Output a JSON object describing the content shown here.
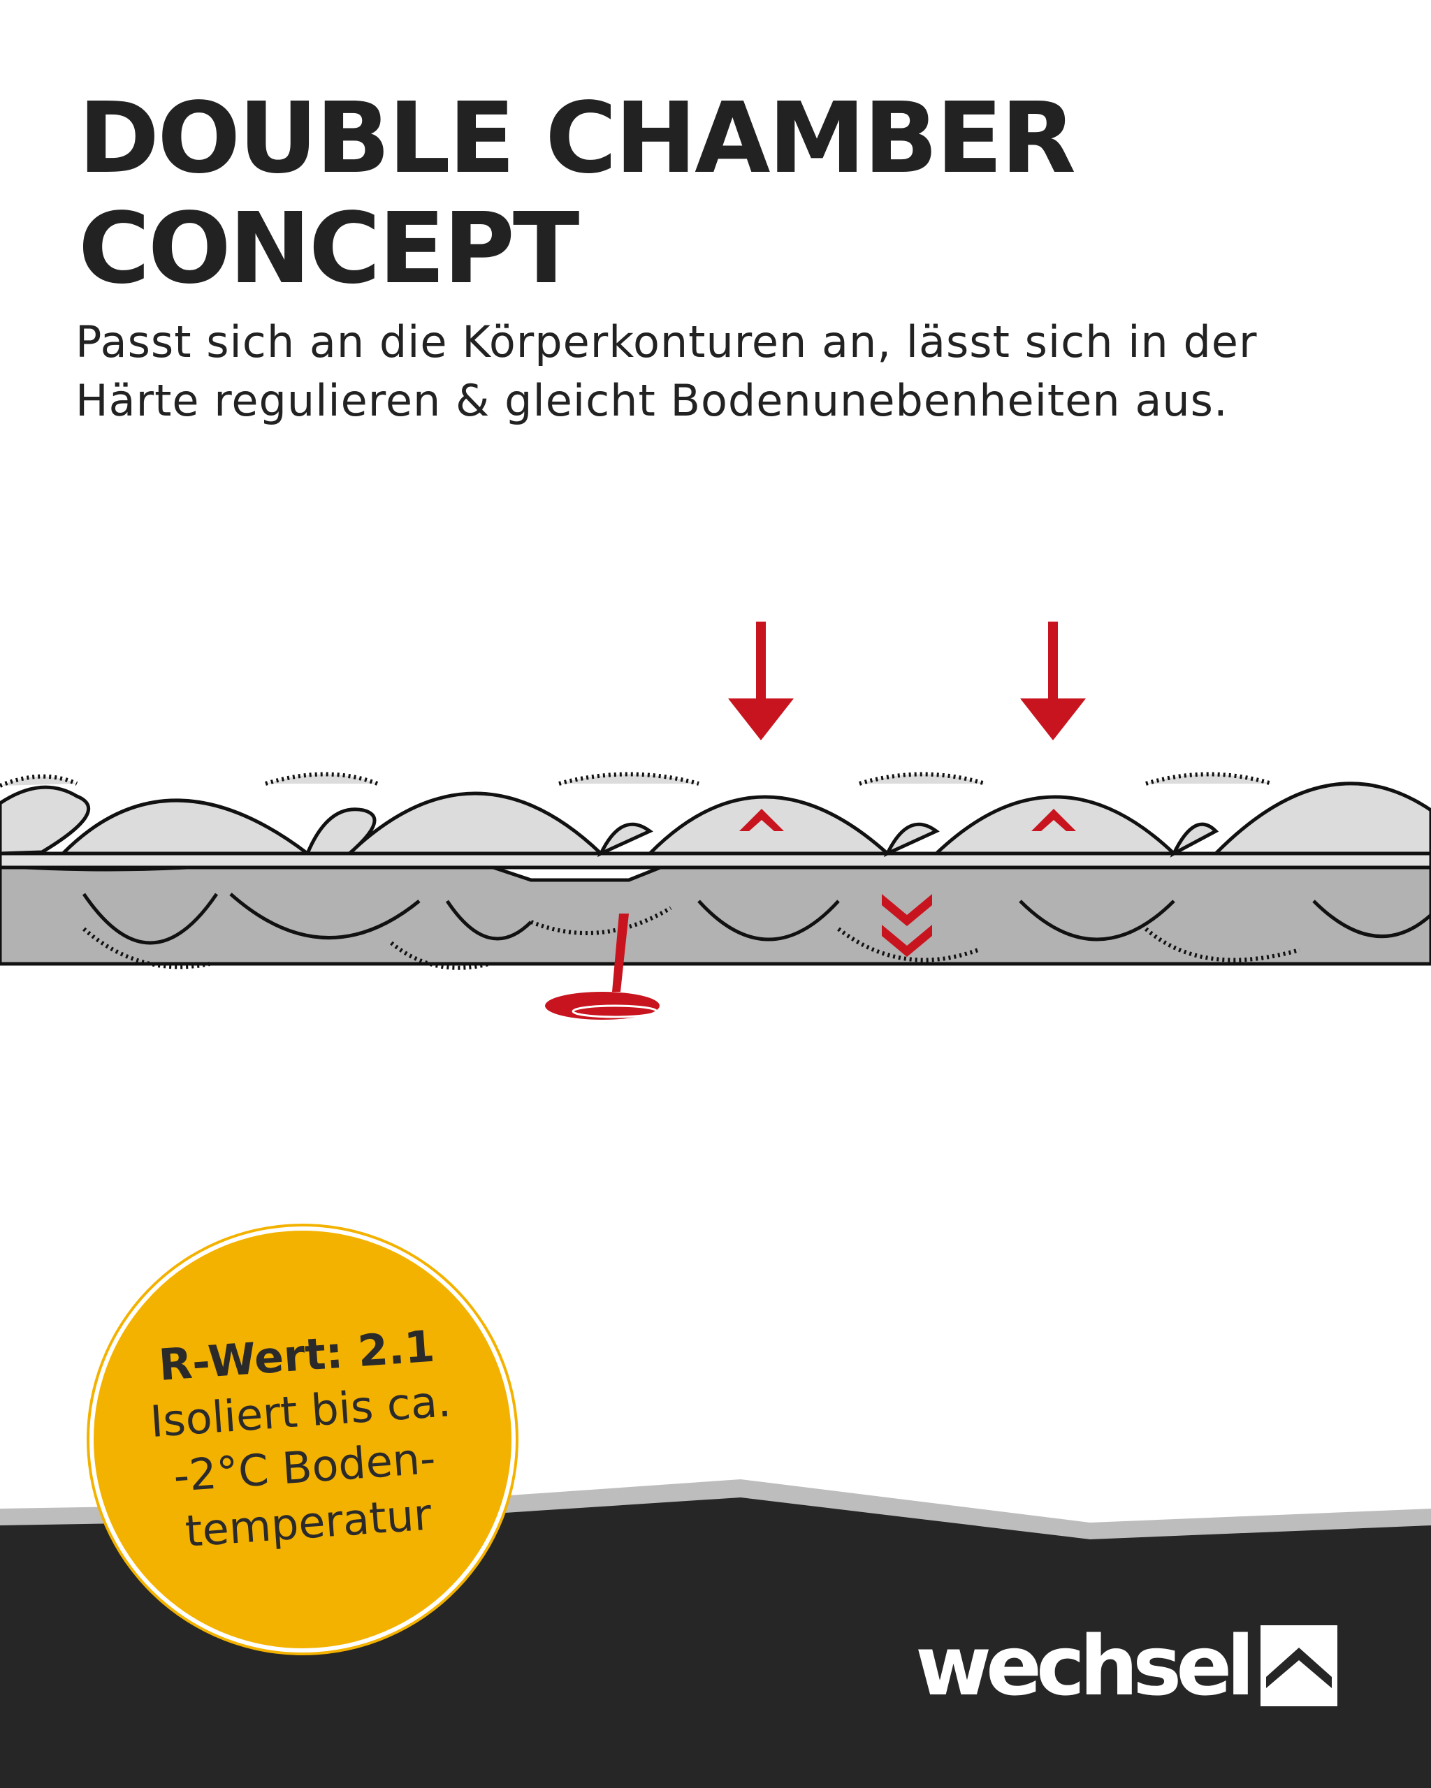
{
  "headline": {
    "line1": "DOUBLE CHAMBER",
    "line2": "CONCEPT"
  },
  "subline": {
    "line1": "Passt sich an die Körperkonturen an, lässt sich in der",
    "line2": "Härte regulieren & gleicht Bodenunebenheiten aus."
  },
  "badge": {
    "label": "R-Wert:",
    "value": "2.1",
    "line2": "Isoliert bis ca.",
    "line3": "-2°C Boden-",
    "line4": "temperatur"
  },
  "brand": {
    "name": "wechsel"
  },
  "colors": {
    "accent_red": "#c8141e",
    "badge_yellow": "#f4b200",
    "footer_dark": "#262626",
    "chamber_light": "#dcdcdc",
    "chamber_dark": "#b2b2b2",
    "text": "#222222"
  }
}
